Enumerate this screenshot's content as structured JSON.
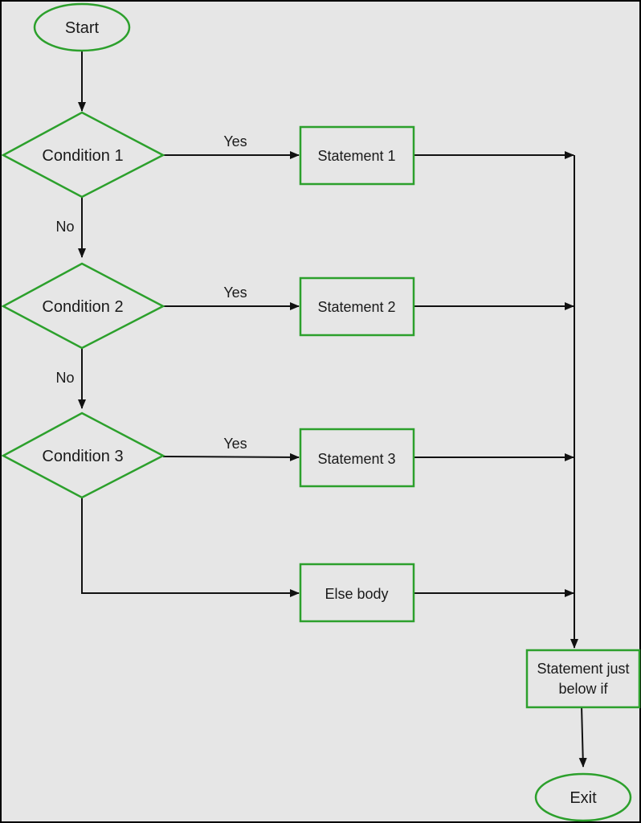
{
  "colors": {
    "background": "#e6e6e6",
    "frame": "#000000",
    "node_border": "#2ca02c",
    "edge": "#111111",
    "text": "#1a1a1a"
  },
  "nodes": {
    "start": "Start",
    "condition1": "Condition 1",
    "condition2": "Condition 2",
    "condition3": "Condition 3",
    "statement1": "Statement 1",
    "statement2": "Statement 2",
    "statement3": "Statement 3",
    "else_body": "Else body",
    "after_if_line1": "Statement just",
    "after_if_line2": "below if",
    "exit": "Exit"
  },
  "edge_labels": {
    "yes1": "Yes",
    "yes2": "Yes",
    "yes3": "Yes",
    "no1": "No",
    "no2": "No"
  }
}
